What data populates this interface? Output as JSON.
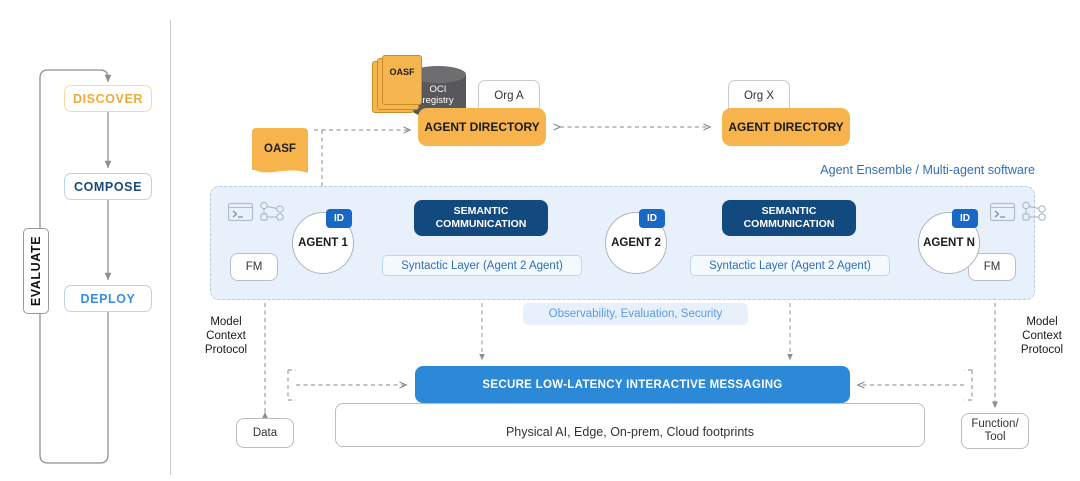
{
  "lifecycle": {
    "steps": [
      {
        "label": "DISCOVER",
        "color": "#f0a93b"
      },
      {
        "label": "COMPOSE",
        "color": "#1b4a78"
      },
      {
        "label": "DEPLOY",
        "color": "#3b8ede"
      }
    ],
    "loop_label": "EVALUATE"
  },
  "top": {
    "oasf_doc": "OASF",
    "oasf_card": "OASF",
    "registry_line1": "OCI",
    "registry_line2": "registry",
    "org_a": "Org A",
    "org_x": "Org X",
    "directory_a": "AGENT DIRECTORY",
    "directory_x": "AGENT DIRECTORY"
  },
  "ensemble": {
    "label": "Agent Ensemble / Multi-agent software",
    "agents": [
      {
        "name": "AGENT 1",
        "badge": "ID"
      },
      {
        "name": "AGENT 2",
        "badge": "ID"
      },
      {
        "name": "AGENT N",
        "badge": "ID"
      }
    ],
    "fm_left": "FM",
    "fm_right": "FM",
    "semantic_line1": "SEMANTIC",
    "semantic_line2": "COMMUNICATION",
    "syntactic_left": "Syntactic Layer (Agent 2 Agent)",
    "syntactic_right": "Syntactic Layer (Agent 2 Agent)",
    "observability": "Observability, Evaluation, Security"
  },
  "protocols": {
    "mcp_left": "Model Context Protocol",
    "mcp_right": "Model Context Protocol"
  },
  "bottom": {
    "messaging": "SECURE LOW-LATENCY INTERACTIVE MESSAGING",
    "footprints": "Physical AI, Edge, On-prem, Cloud footprints",
    "data": "Data",
    "function_tool": "Function/ Tool"
  },
  "colors": {
    "orange": "#f7b34c",
    "navy": "#12497f",
    "blue": "#2b89d8",
    "panel_blue": "#e8f1fb",
    "link_blue": "#2f6fba"
  }
}
